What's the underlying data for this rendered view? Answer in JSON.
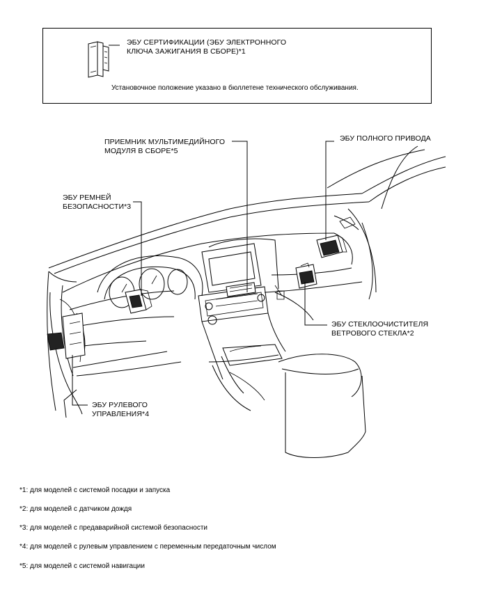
{
  "top_box": {
    "certification_ecu": [
      "ЭБУ СЕРТИФИКАЦИИ (ЭБУ ЭЛЕКТРОННОГО",
      "КЛЮЧА ЗАЖИГАНИЯ В СБОРЕ)*1"
    ],
    "install_note": "Установочное положение указано в бюллетене технического обслуживания."
  },
  "labels": {
    "multimedia": [
      "ПРИЕМНИК МУЛЬТИМЕДИЙНОГО",
      "МОДУЛЯ В СБОРЕ*5"
    ],
    "four_wheel_drive": "ЭБУ ПОЛНОГО ПРИВОДА",
    "seatbelt": [
      "ЭБУ РЕМНЕЙ",
      "БЕЗОПАСНОСТИ*3"
    ],
    "wiper": [
      "ЭБУ СТЕКЛООЧИСТИТЕЛЯ",
      "ВЕТРОВОГО СТЕКЛА*2"
    ],
    "steering": [
      "ЭБУ РУЛЕВОГО",
      "УПРАВЛЕНИЯ*4"
    ]
  },
  "footnotes": [
    "*1: для моделей с системой посадки и запуска",
    "*2: для моделей с датчиком дождя",
    "*3: для моделей с предаварийной системой безопасности",
    "*4: для моделей с рулевым управлением с переменным передаточным числом",
    "*5: для моделей с системой навигации"
  ]
}
